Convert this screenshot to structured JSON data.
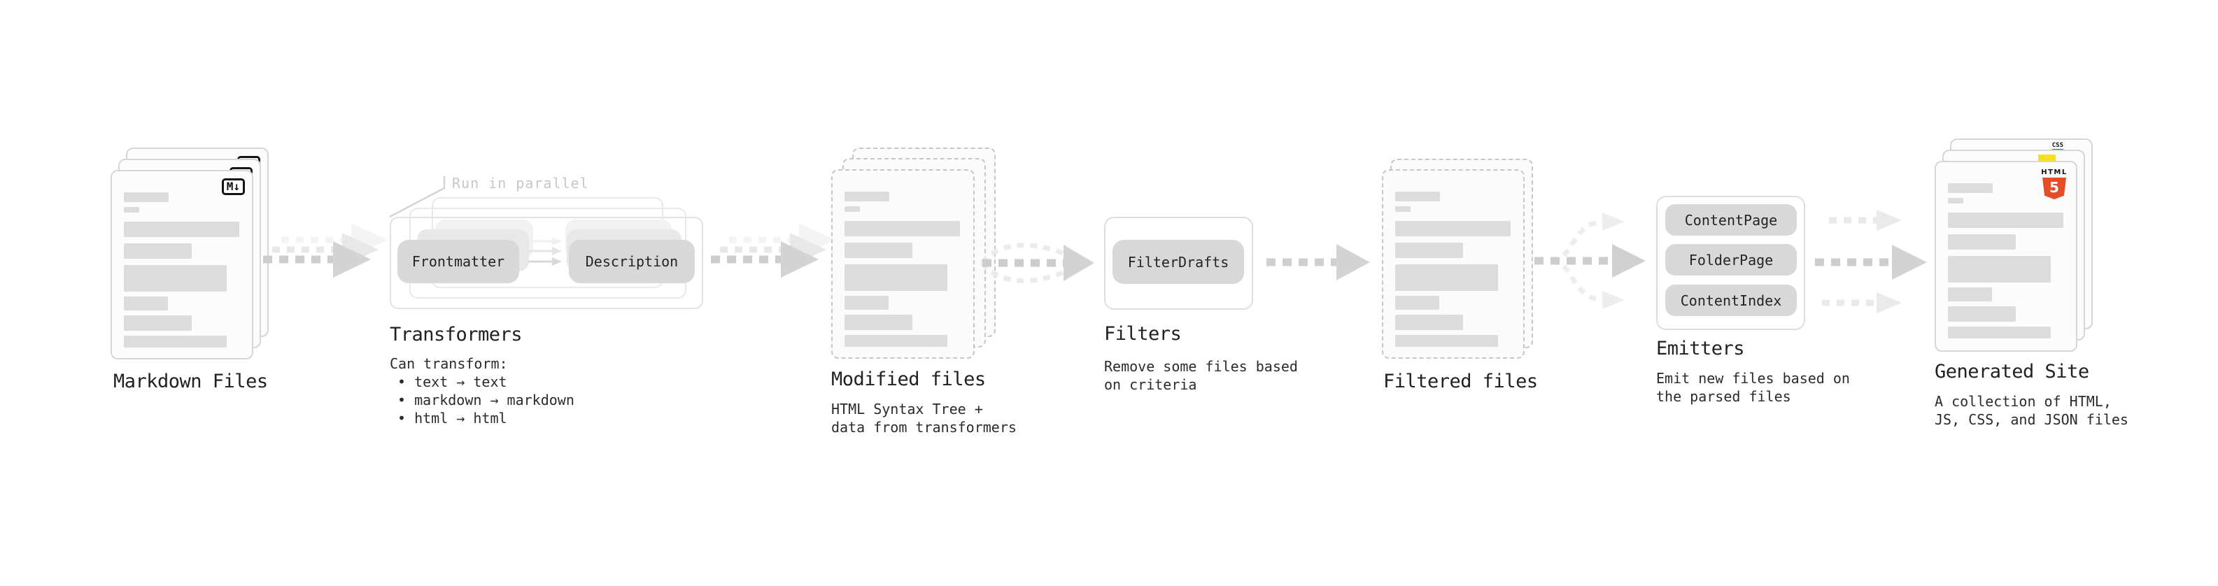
{
  "markdown": {
    "title": "Markdown Files",
    "badge": "M↓"
  },
  "transformers": {
    "title": "Transformers",
    "callout": "Run in parallel",
    "pill_left": "Frontmatter",
    "pill_right": "Description",
    "body_head": "Can transform:",
    "bullets": [
      "• text → text",
      "• markdown → markdown",
      "• html → html"
    ]
  },
  "modified": {
    "title": "Modified files",
    "sub1": "HTML Syntax Tree +",
    "sub2": "data from transformers"
  },
  "filters": {
    "title": "Filters",
    "pill": "FilterDrafts",
    "sub1": "Remove some files based",
    "sub2": "on criteria"
  },
  "filtered": {
    "title": "Filtered files"
  },
  "emitters": {
    "title": "Emitters",
    "pills": [
      "ContentPage",
      "FolderPage",
      "ContentIndex"
    ],
    "sub1": "Emit new files based on",
    "sub2": "the parsed files"
  },
  "site": {
    "title": "Generated Site",
    "sub1": "A collection of HTML,",
    "sub2": "JS, CSS, and JSON files",
    "css_label": "CSS",
    "html_label": "HTML",
    "html_number": "5"
  },
  "colors": {
    "html5_orange": "#e44d26",
    "js_yellow": "#f7df1e",
    "css_blue": "#2965f1"
  }
}
